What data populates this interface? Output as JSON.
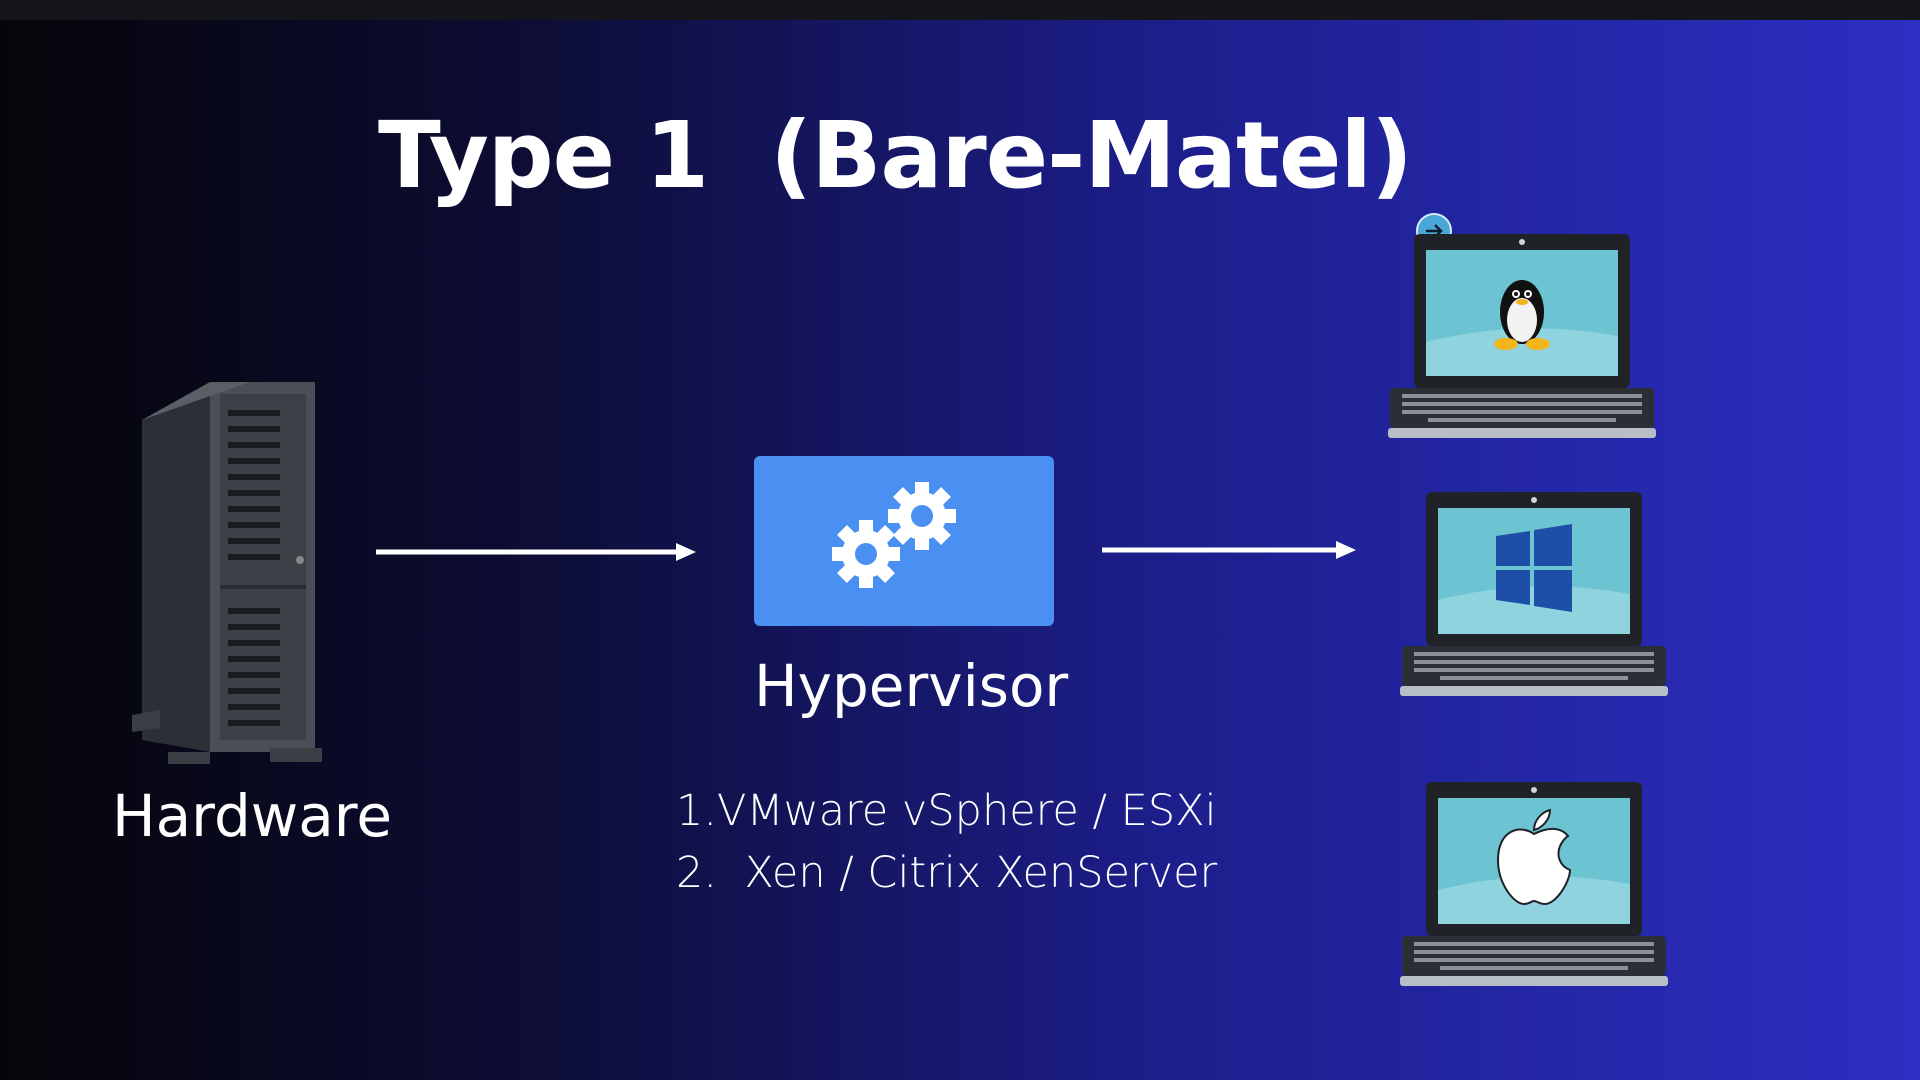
{
  "slide": {
    "title": "Type 1  (Bare-Matel)",
    "hardware_label": "Hardware",
    "hypervisor_label": "Hypervisor",
    "hypervisor_examples": [
      "1.VMware vSphere / ESXi",
      "2.  Xen / Citrix XenServer"
    ],
    "guest_os_icons": [
      "linux-tux-icon",
      "windows-logo-icon",
      "apple-logo-icon"
    ]
  },
  "colors": {
    "hypervisor_box": "#4a8ff2",
    "laptop_screen": "#6cc3d2",
    "text": "#ffffff"
  }
}
